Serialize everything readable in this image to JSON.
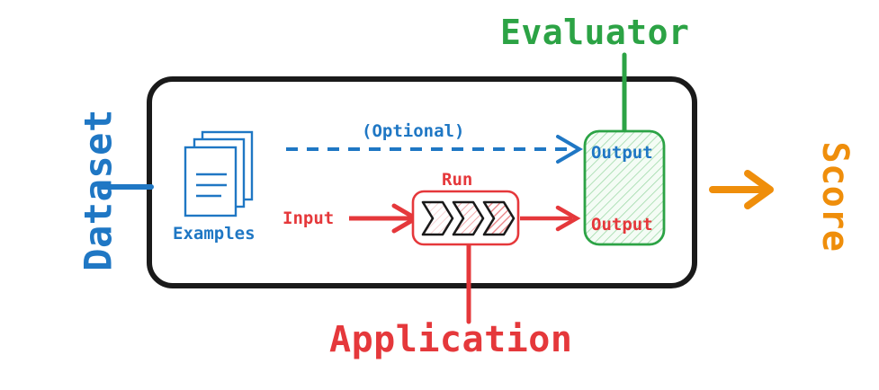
{
  "diagram": {
    "title_labels": {
      "evaluator": "Evaluator",
      "application": "Application",
      "dataset": "Dataset",
      "score": "Score"
    },
    "inner_labels": {
      "examples": "Examples",
      "optional": "(Optional)",
      "input": "Input",
      "run": "Run",
      "output_reference": "Output",
      "output_prediction": "Output"
    },
    "colors": {
      "blue": "#1f77c4",
      "red": "#e5383b",
      "red_dark": "#dc3545",
      "green": "#2ca345",
      "orange": "#ef8e0b",
      "black": "#1a1a1a",
      "green_fill": "#eef9ef",
      "pink_fill": "#fdeaea"
    },
    "icons": {
      "examples": "document-stack-icon",
      "run": "chevron-pipeline-icon",
      "optional_arrow": "dashed-arrow-icon",
      "input_arrow": "arrow-right-icon",
      "output_arrow": "arrow-right-icon",
      "score_arrow": "arrow-right-icon"
    },
    "structure": {
      "application_container": "application-boundary",
      "evaluator_container": "evaluator-output-box",
      "run_container": "run-box"
    }
  }
}
